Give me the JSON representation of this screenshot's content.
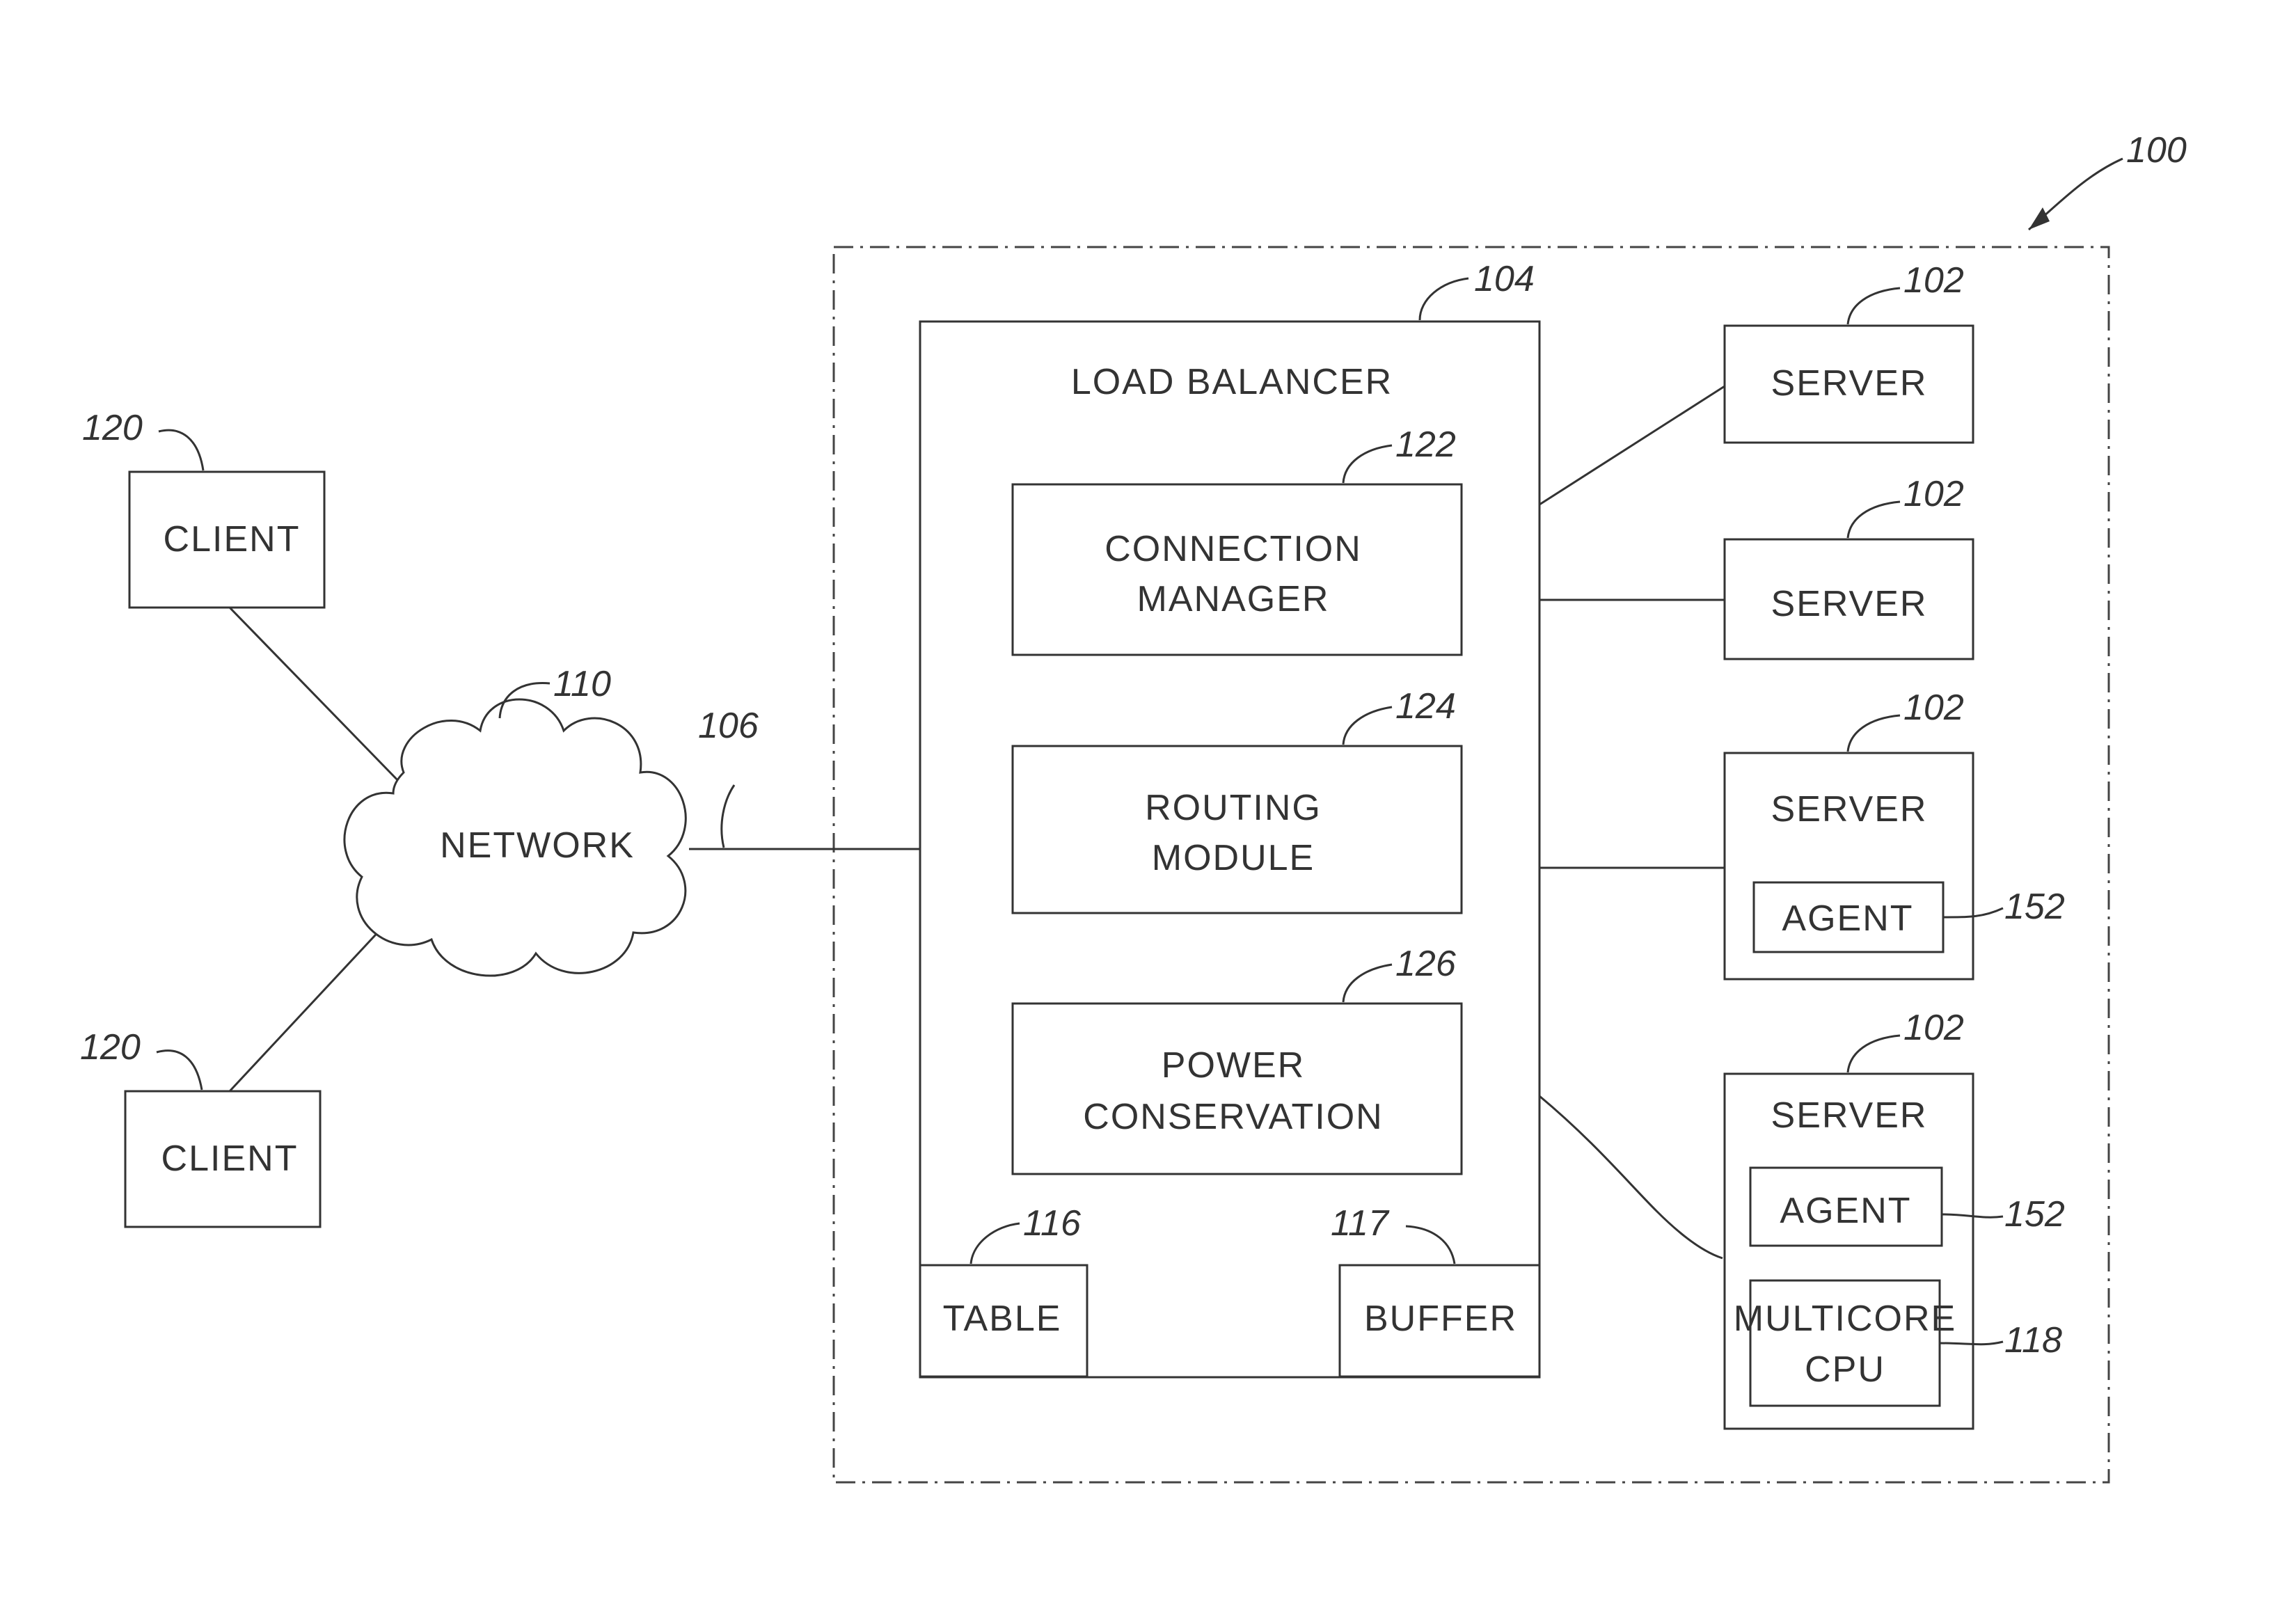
{
  "system": {
    "ref": "100"
  },
  "network": {
    "label": "NETWORK",
    "ref": "110",
    "link_ref": "106"
  },
  "clients": [
    {
      "label": "CLIENT",
      "ref": "120"
    },
    {
      "label": "CLIENT",
      "ref": "120"
    }
  ],
  "load_balancer": {
    "label": "LOAD  BALANCER",
    "ref": "104",
    "modules": [
      {
        "line1": "CONNECTION",
        "line2": "MANAGER",
        "ref": "122"
      },
      {
        "line1": "ROUTING",
        "line2": "MODULE",
        "ref": "124"
      },
      {
        "line1": "POWER",
        "line2": "CONSERVATION",
        "ref": "126"
      }
    ],
    "table": {
      "label": "TABLE",
      "ref": "116"
    },
    "buffer": {
      "label": "BUFFER",
      "ref": "117"
    }
  },
  "servers": [
    {
      "label": "SERVER",
      "ref": "102"
    },
    {
      "label": "SERVER",
      "ref": "102"
    },
    {
      "label": "SERVER",
      "ref": "102",
      "agent": {
        "label": "AGENT",
        "ref": "152"
      }
    },
    {
      "label": "SERVER",
      "ref": "102",
      "agent": {
        "label": "AGENT",
        "ref": "152"
      },
      "cpu": {
        "line1": "MULTICORE",
        "line2": "CPU",
        "ref": "118"
      }
    }
  ]
}
